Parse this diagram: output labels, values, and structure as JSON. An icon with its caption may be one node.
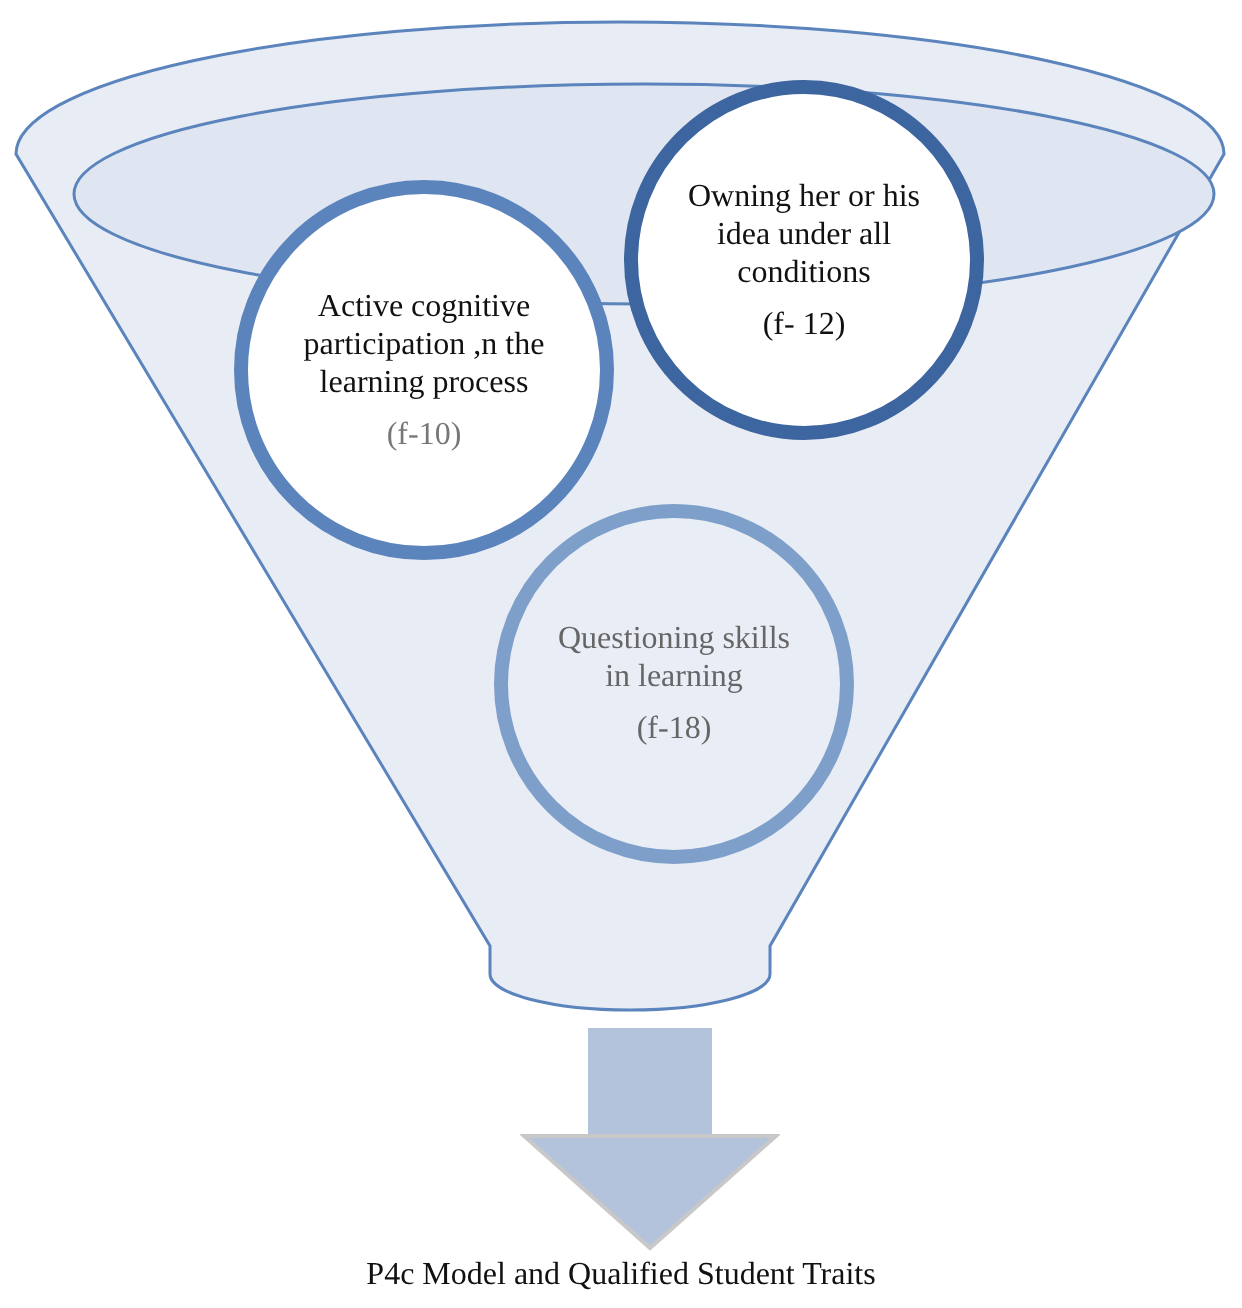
{
  "diagram": {
    "nodes": [
      {
        "text": [],
        "shape": "funnel"
      },
      {
        "text": [
          "Owning her or his idea under all conditions",
          "(f- 12)"
        ],
        "in": 0
      },
      {
        "text": [
          "Active cognitive participation ,n the learning process",
          "(f-10)"
        ],
        "in": 0
      },
      {
        "text": [
          "Questioning skills in learning",
          "(f-18)"
        ],
        "in": 0
      },
      {
        "text": [
          "P4c Model and Qualified Student Traits"
        ]
      }
    ],
    "edges": [
      {
        "from": 0,
        "to": 4,
        "arrow": "to"
      }
    ]
  }
}
